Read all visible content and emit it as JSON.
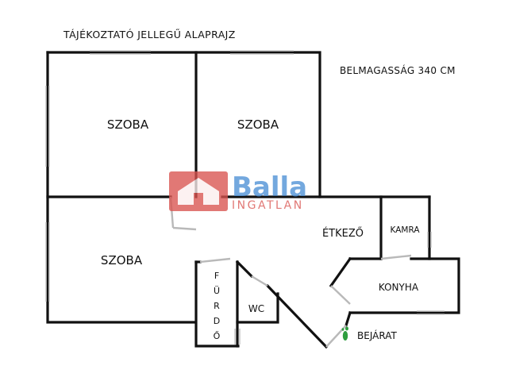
{
  "header": {
    "title": "TÁJÉKOZTATÓ JELLEGŰ ALAPRAJZ",
    "ceiling_height": "BELMAGASSÁG 340 CM"
  },
  "watermark": {
    "brand": "Balla",
    "sub": "INGATLAN",
    "colors": {
      "red": "#d9534f",
      "blue": "#4d90d6"
    }
  },
  "rooms": {
    "room_top_left": "SZOBA",
    "room_top_right": "SZOBA",
    "room_bottom_left": "SZOBA",
    "dining": "ÉTKEZŐ",
    "pantry": "KAMRA",
    "kitchen": "KONYHA",
    "wc": "WC",
    "bathroom": [
      "F",
      "Ü",
      "R",
      "D",
      "Ő"
    ]
  },
  "entrance": {
    "label": "BEJÁRAT",
    "icon": "green-footprint-icon",
    "color": "#2e9e3e"
  }
}
